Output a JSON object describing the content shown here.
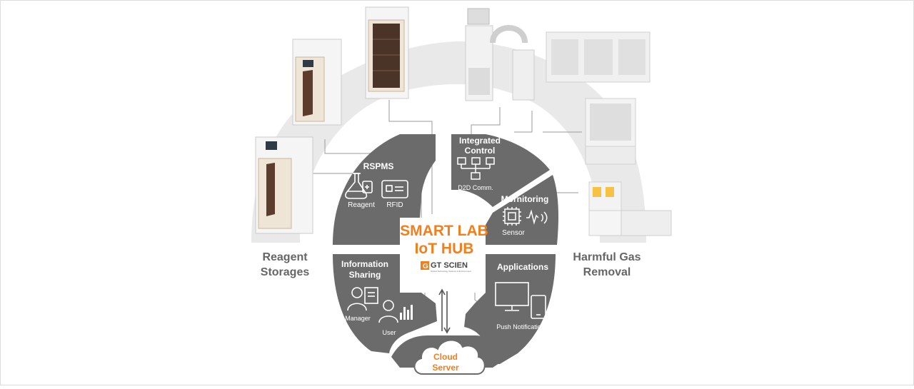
{
  "hub": {
    "line1": "SMART LAB",
    "line2": "IoT HUB",
    "logo": "GT SCIEN",
    "logo_sub": "Global Technology Science & Environment"
  },
  "left_group": {
    "line1": "Reagent",
    "line2": "Storages"
  },
  "right_group": {
    "line1": "Harmful Gas",
    "line2": "Removal"
  },
  "rspms": {
    "title": "RSPMS",
    "reagent": "Reagent",
    "rfid": "RFID"
  },
  "integrated": {
    "line1": "Integrated",
    "line2": "Control",
    "sub": "D2D Comm."
  },
  "monitoring": {
    "title": "Mornitoring",
    "sub": "Sensor"
  },
  "info": {
    "line1": "Information",
    "line2": "Sharing",
    "manager": "Manager",
    "user": "User"
  },
  "apps": {
    "title": "Applications",
    "sub": "Push Notification"
  },
  "cloud": {
    "line1": "Cloud",
    "line2": "Server"
  },
  "colors": {
    "segment": "#6b6b6b",
    "arc": "#e9e9e9",
    "accent": "#f07f1e",
    "label": "#666666",
    "line": "#9a9a9a"
  }
}
